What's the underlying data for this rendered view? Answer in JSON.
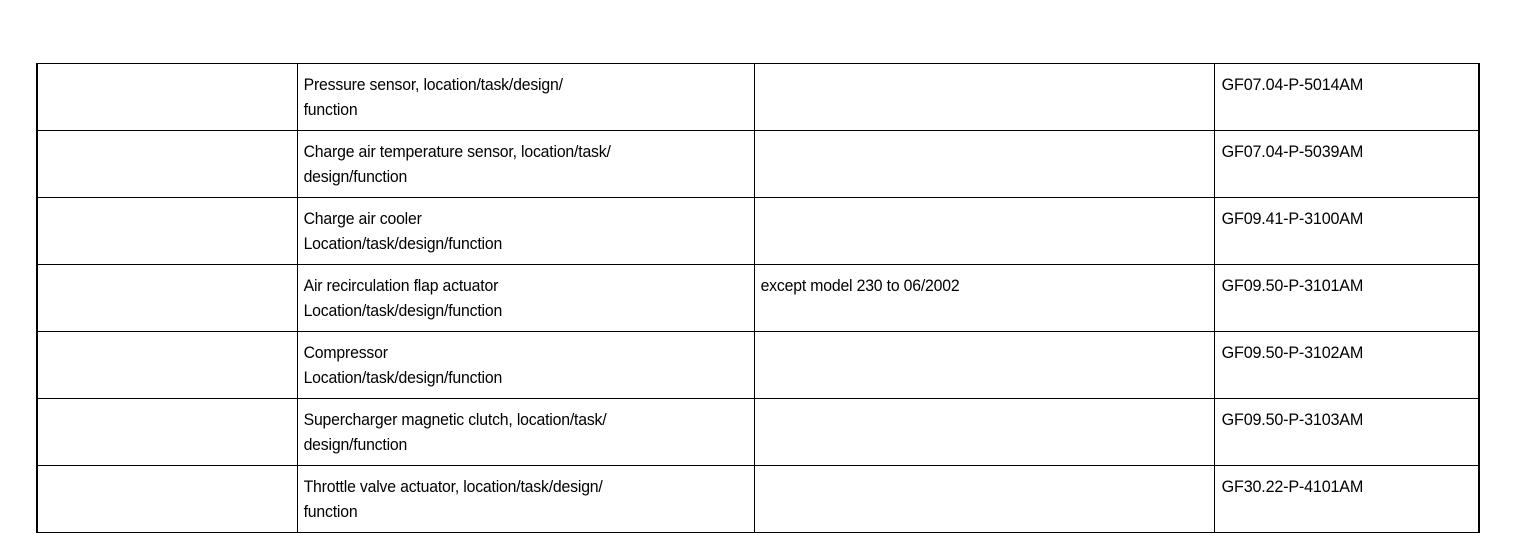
{
  "document": {
    "type": "table",
    "column_count": 4,
    "row_count": 7,
    "columns": [
      {
        "key": "marker",
        "header": ""
      },
      {
        "key": "description",
        "header": ""
      },
      {
        "key": "condition",
        "header": ""
      },
      {
        "key": "document_no",
        "header": ""
      }
    ],
    "rows": [
      {
        "marker": "",
        "description": "Pressure sensor, location/task/design/\nfunction",
        "condition": "",
        "document_no": "GF07.04-P-5014AM"
      },
      {
        "marker": "",
        "description": "Charge air temperature sensor, location/task/\ndesign/function",
        "condition": "",
        "document_no": "GF07.04-P-5039AM"
      },
      {
        "marker": "",
        "description": "Charge air cooler\nLocation/task/design/function",
        "condition": "",
        "document_no": "GF09.41-P-3100AM"
      },
      {
        "marker": "",
        "description": "Air recirculation flap actuator\nLocation/task/design/function",
        "condition": "except model 230 to 06/2002",
        "document_no": "GF09.50-P-3101AM"
      },
      {
        "marker": "",
        "description": "Compressor\nLocation/task/design/function",
        "condition": "",
        "document_no": "GF09.50-P-3102AM"
      },
      {
        "marker": "",
        "description": "Supercharger magnetic clutch, location/task/\ndesign/function",
        "condition": "",
        "document_no": "GF09.50-P-3103AM"
      },
      {
        "marker": "",
        "description": "Throttle valve actuator, location/task/design/\nfunction",
        "condition": "",
        "document_no": "GF30.22-P-4101AM"
      }
    ]
  },
  "style": {
    "page_background": "#ffffff",
    "text_color": "#000000",
    "border_color": "#000000"
  }
}
